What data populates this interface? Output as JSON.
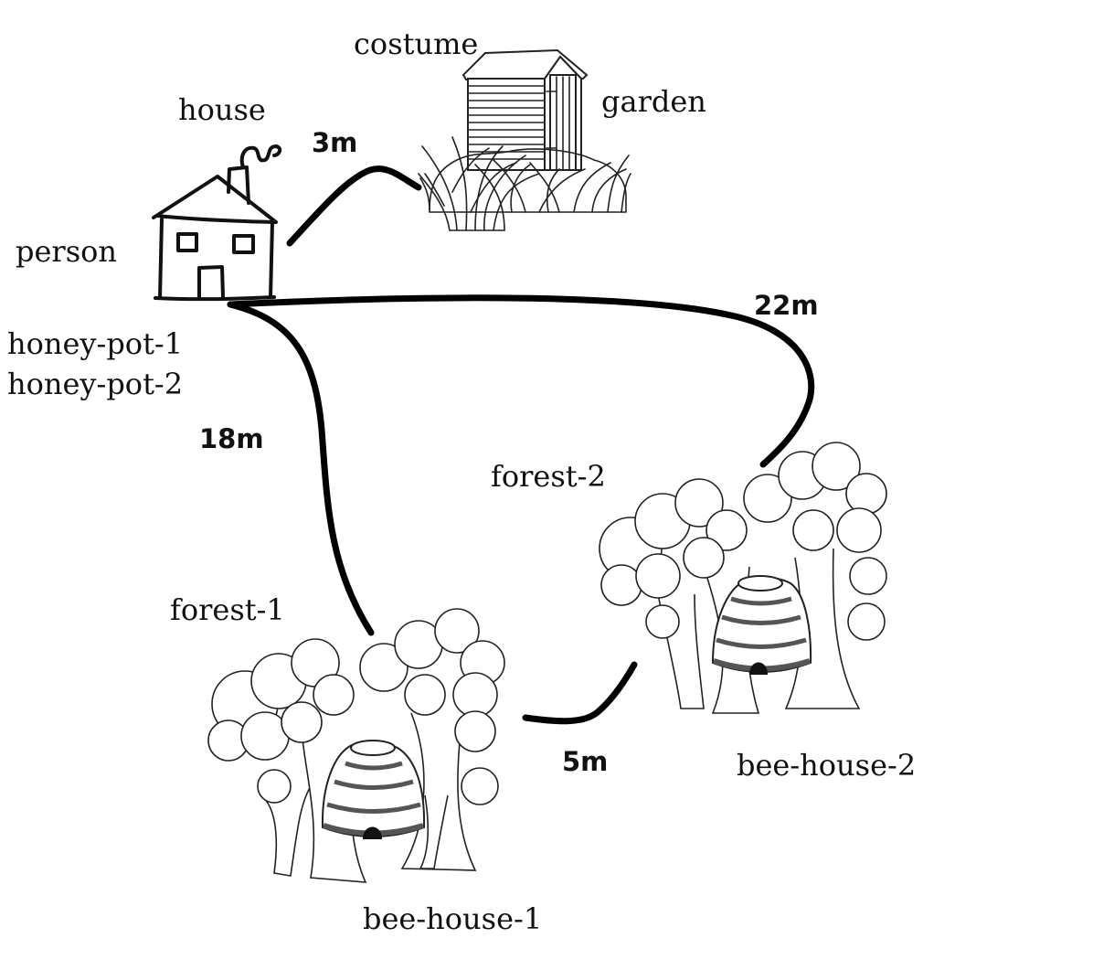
{
  "nodes": {
    "person": "person",
    "house": "house",
    "honey_pot_1": "honey-pot-1",
    "honey_pot_2": "honey-pot-2",
    "costume": "costume",
    "garden": "garden",
    "forest_1": "forest-1",
    "forest_2": "forest-2",
    "bee_house_1": "bee-house-1",
    "bee_house_2": "bee-house-2"
  },
  "edges": [
    {
      "from": "house",
      "to": "garden",
      "distance": "3m"
    },
    {
      "from": "house",
      "to": "forest-2",
      "distance": "22m"
    },
    {
      "from": "house",
      "to": "forest-1",
      "distance": "18m"
    },
    {
      "from": "forest-1",
      "to": "forest-2",
      "distance": "5m"
    }
  ]
}
